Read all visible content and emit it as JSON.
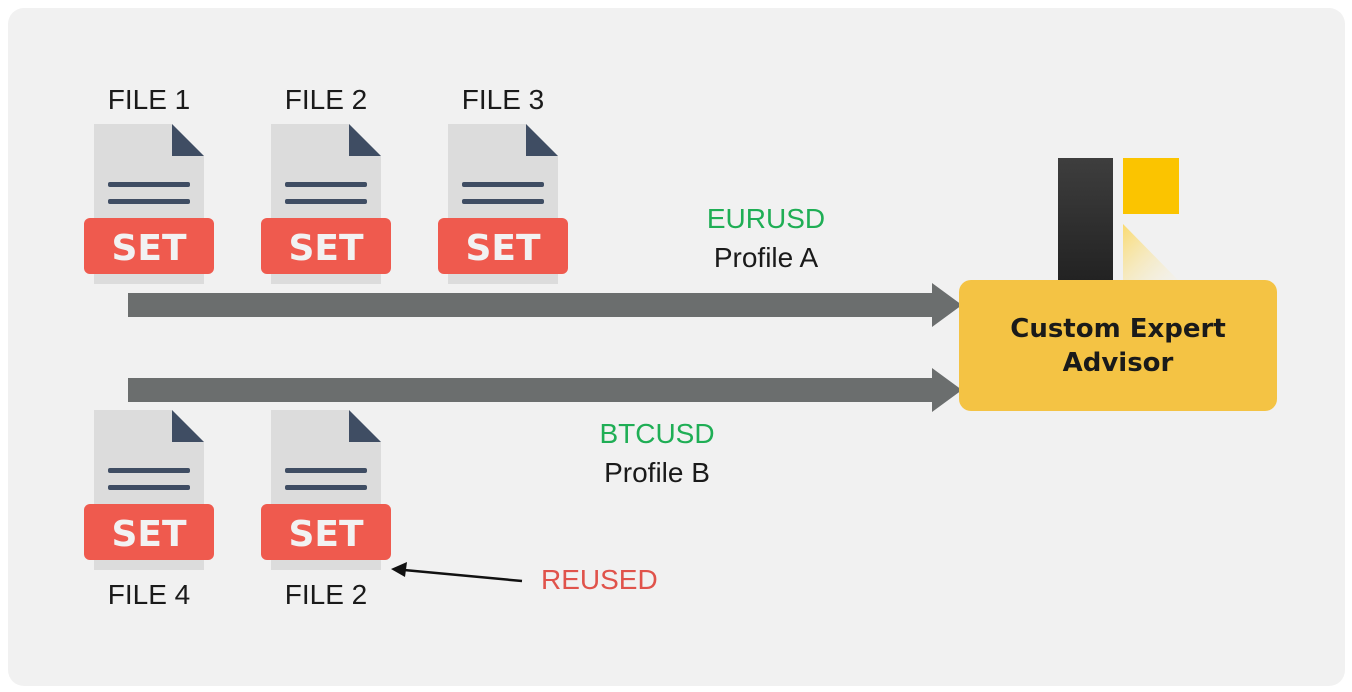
{
  "files_top": [
    {
      "label": "FILE 1",
      "badge": "SET"
    },
    {
      "label": "FILE 2",
      "badge": "SET"
    },
    {
      "label": "FILE 3",
      "badge": "SET"
    }
  ],
  "files_bottom": [
    {
      "label": "FILE 4",
      "badge": "SET"
    },
    {
      "label": "FILE 2",
      "badge": "SET"
    }
  ],
  "profile_a": {
    "symbol": "EURUSD",
    "name": "Profile A"
  },
  "profile_b": {
    "symbol": "BTCUSD",
    "name": "Profile B"
  },
  "reused_label": "REUSED",
  "expert_advisor": {
    "line1": "Custom Expert",
    "line2": "Advisor"
  },
  "colors": {
    "background": "#f1f1f1",
    "arrow": "#6b6e6e",
    "badge": "#ef5a4e",
    "page": "#dcdcdc",
    "page_fold": "#3f4d63",
    "symbol_text": "#1fae55",
    "reused_text": "#e0534b",
    "ea_box": "#f4c344",
    "logo_dark": "#3a3a3a",
    "logo_yellow": "#fbc400"
  }
}
